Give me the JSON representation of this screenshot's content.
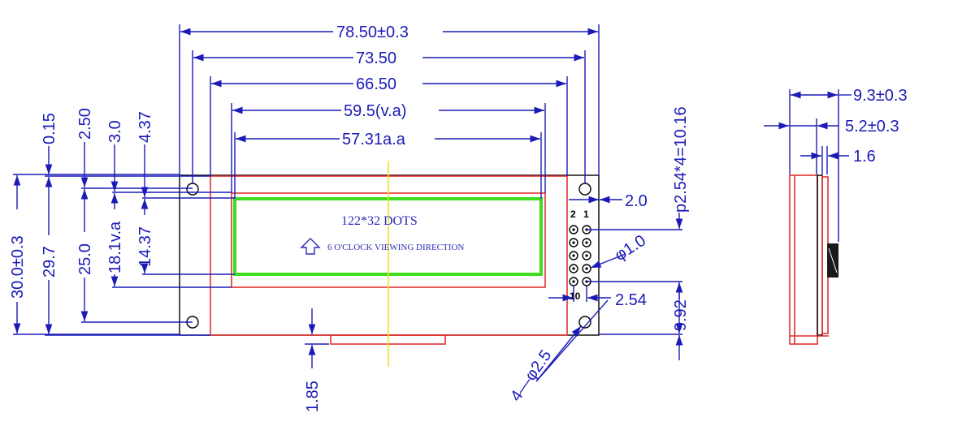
{
  "front_view": {
    "horizontal_dims": [
      "78.50±0.3",
      "73.50",
      "66.50",
      "59.5(v.a)",
      "57.31a.a"
    ],
    "vertical_dims_left": [
      "30.0±0.3",
      "29.7",
      "25.0",
      "18.1v.a",
      "14.37"
    ],
    "vertical_dims_top": [
      "0.15",
      "2.50",
      "3.0",
      "4.37"
    ],
    "bottom_dim": "1.85",
    "lcd_resolution": "122*32 DOTS",
    "viewing_label": "6  O'CLOCK VIEWING DIRECTION",
    "pin_labels": {
      "top_left": "2",
      "top_right": "1",
      "bottom": "10"
    },
    "pin_offset": "2.0",
    "pin_hole_dia": "φ1.0",
    "pin_pitch_dim": "p2.54*4=10.16",
    "pin_spacing": "2.54",
    "bottom_right_dim": "9.92",
    "mount_holes": "4—φ2.5",
    "colors": {
      "dimension": "#1b1bb8",
      "bezel": "#e23030",
      "viewing_area": "#3ddc1e",
      "centerline": "#f0e020"
    }
  },
  "side_view": {
    "dims": [
      "9.3±0.3",
      "5.2±0.3",
      "1.6"
    ]
  }
}
